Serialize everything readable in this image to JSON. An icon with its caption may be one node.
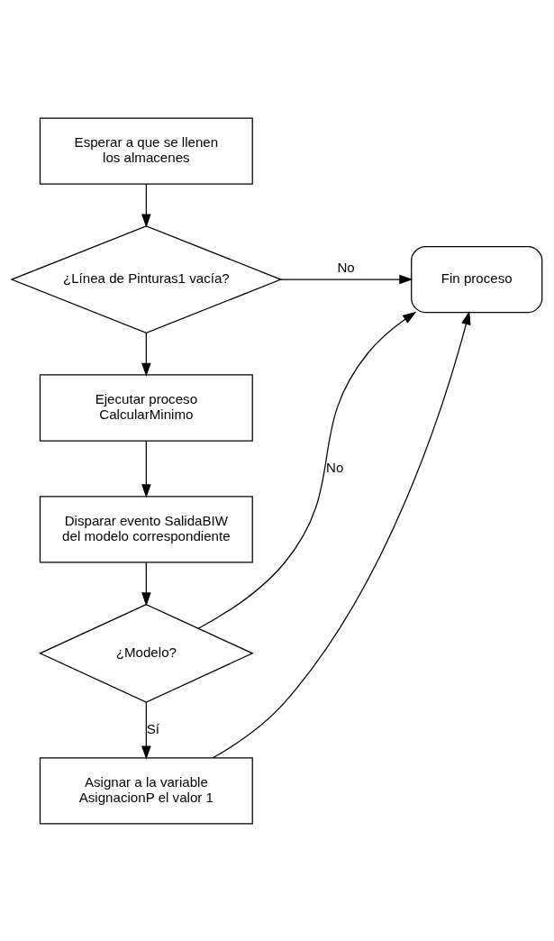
{
  "diagram": {
    "nodes": [
      {
        "text": [
          "Esperar a que se llenen los almacenes"
        ]
      },
      {
        "text": [
          "¿Línea de Pinturas1 vacía?"
        ]
      },
      {
        "text": [
          "Fin proceso"
        ]
      },
      {
        "text": [
          "Ejecutar proceso CalcularMinimo"
        ]
      },
      {
        "text": [
          "Disparar evento SalidaBIW del modelo correspondiente"
        ]
      },
      {
        "text": [
          "¿Modelo?"
        ]
      },
      {
        "text": [
          "Asignar a la variable AsignacionP el valor 1"
        ]
      }
    ],
    "edges": [
      {
        "from": 0,
        "to": 1,
        "arrow": "to"
      },
      {
        "from": 1,
        "to": 2,
        "arrow": "to",
        "label": "No"
      },
      {
        "from": 1,
        "to": 3,
        "arrow": "to"
      },
      {
        "from": 3,
        "to": 4,
        "arrow": "to"
      },
      {
        "from": 4,
        "to": 5,
        "arrow": "to"
      },
      {
        "from": 5,
        "to": 2,
        "arrow": "to",
        "label": "No"
      },
      {
        "from": 5,
        "to": 6,
        "arrow": "to",
        "label": "Sí"
      },
      {
        "from": 6,
        "to": 2,
        "arrow": "to"
      }
    ]
  }
}
